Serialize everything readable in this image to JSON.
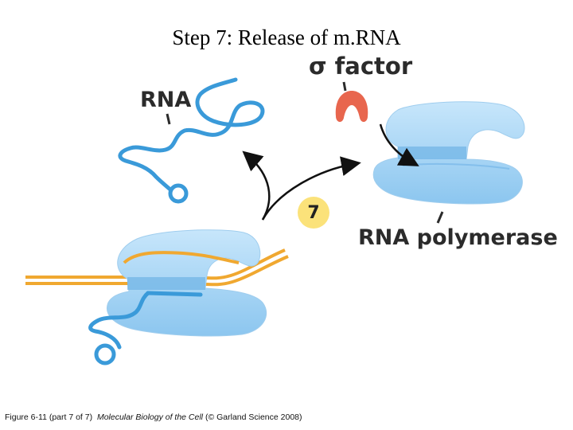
{
  "title": "Step 7: Release of m.RNA",
  "labels": {
    "rna": "RNA",
    "sigma_factor": "σ factor",
    "rna_polymerase": "RNA polymerase",
    "step_number": "7"
  },
  "caption": {
    "prefix": "Figure 6-11 (part 7 of 7)",
    "book": "Molecular Biology of the Cell",
    "suffix": "(© Garland Science 2008)"
  },
  "colors": {
    "polymerase": "#a9d6f7",
    "polymerase_dark": "#6fb3e6",
    "rna_strand": "#3a9ad9",
    "dna_strand": "#f0a830",
    "sigma": "#e8664e",
    "badge": "#fbe27a"
  }
}
